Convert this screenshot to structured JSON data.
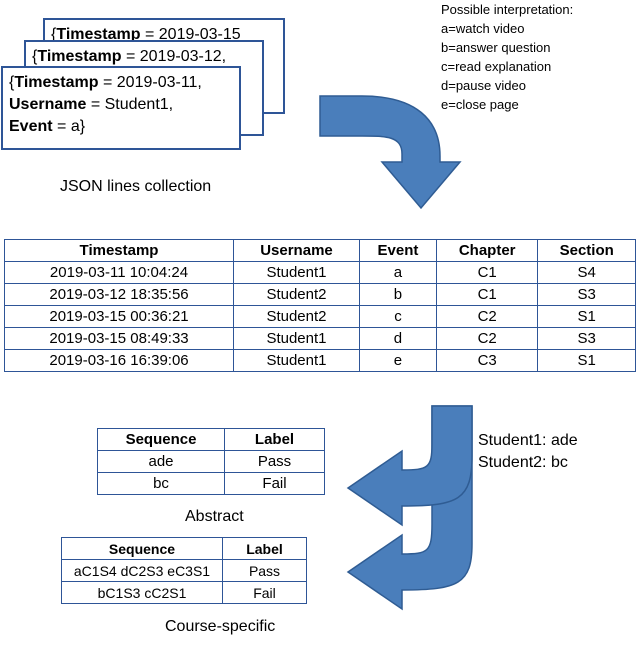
{
  "json_cards": [
    {
      "ts_key": "Timestamp",
      "ts_val": " = 2019-03-15"
    },
    {
      "ts_key": "Timestamp",
      "ts_val": " = 2019-03-12,"
    },
    {
      "ts_key": "Timestamp",
      "ts_val": " = 2019-03-11,",
      "user_key": "Username",
      "user_val": " = Student1,",
      "event_key": "Event",
      "event_val": " = a}"
    }
  ],
  "card_open_brace": "{",
  "json_caption": "JSON lines collection",
  "interpretation": {
    "title": "Possible interpretation:",
    "items": [
      "a=watch video",
      "b=answer question",
      "c=read explanation",
      "d=pause video",
      "e=close page"
    ]
  },
  "main_table": {
    "headers": [
      "Timestamp",
      "Username",
      "Event",
      "Chapter",
      "Section"
    ],
    "rows": [
      [
        "2019-03-11 10:04:24",
        "Student1",
        "a",
        "C1",
        "S4"
      ],
      [
        "2019-03-12 18:35:56",
        "Student2",
        "b",
        "C1",
        "S3"
      ],
      [
        "2019-03-15 00:36:21",
        "Student2",
        "c",
        "C2",
        "S1"
      ],
      [
        "2019-03-15 08:49:33",
        "Student1",
        "d",
        "C2",
        "S3"
      ],
      [
        "2019-03-16 16:39:06",
        "Student1",
        "e",
        "C3",
        "S1"
      ]
    ]
  },
  "student_sequences": [
    "Student1: ade",
    "Student2: bc"
  ],
  "abstract_table": {
    "headers": [
      "Sequence",
      "Label"
    ],
    "rows": [
      [
        "ade",
        "Pass"
      ],
      [
        "bc",
        "Fail"
      ]
    ],
    "caption": "Abstract"
  },
  "course_table": {
    "headers": [
      "Sequence",
      "Label"
    ],
    "rows": [
      [
        "aC1S4 dC2S3 eC3S1",
        "Pass"
      ],
      [
        "bC1S3 cC2S1",
        "Fail"
      ]
    ],
    "caption": "Course-specific"
  },
  "colors": {
    "border": "#2e5597",
    "arrow": "#4a7ebb"
  }
}
